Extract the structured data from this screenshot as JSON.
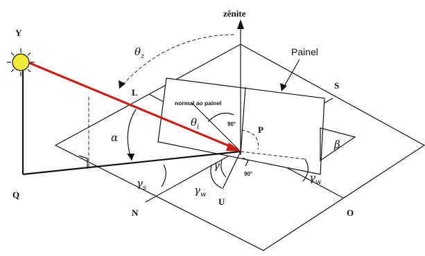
{
  "colors": {
    "sun_fill": "#f4ea3a",
    "sun_ray": "#c41f1a",
    "ink": "#111111"
  },
  "icons": {
    "sun": "sun-icon"
  },
  "labels": {
    "zenith": "zênite",
    "panel": "Painel",
    "normal": "normal ao painel",
    "Y": "Y",
    "L": "L",
    "S": "S",
    "P": "P",
    "Q": "Q",
    "N": "N",
    "U": "U",
    "O": "O"
  },
  "angles": {
    "theta_z": {
      "symbol": "θ",
      "sub": "z"
    },
    "theta_i": {
      "symbol": "θ",
      "sub": "i"
    },
    "alpha": {
      "symbol": "α"
    },
    "beta": {
      "symbol": "β"
    },
    "gamma": {
      "symbol": "γ"
    },
    "gamma_s": {
      "symbol": "γ",
      "sub": "s"
    },
    "gamma_w_center": {
      "symbol": "γ",
      "sub": "w"
    },
    "gamma_w_right": {
      "symbol": "γ",
      "sub": "w"
    }
  },
  "right_angles": {
    "near_p": "90°",
    "near_u": "90°"
  }
}
